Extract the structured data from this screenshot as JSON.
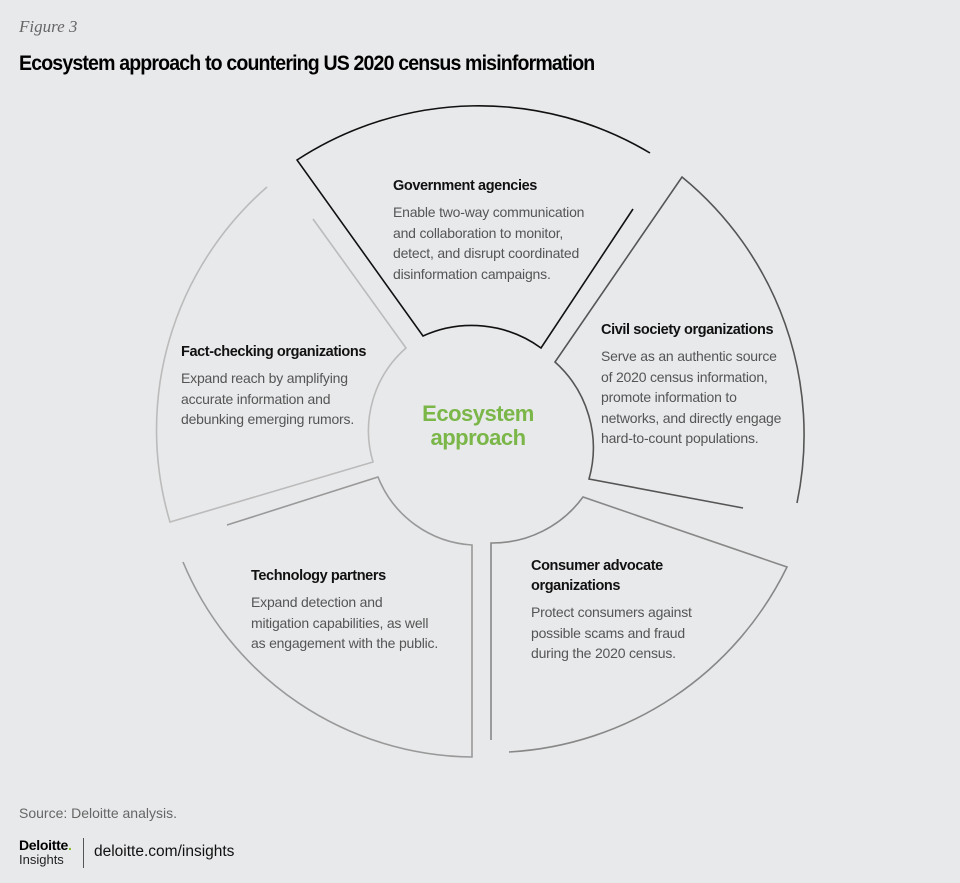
{
  "figure_label": "Figure 3",
  "title": "Ecosystem approach to countering US 2020 census misinformation",
  "center_label": {
    "line1": "Ecosystem",
    "line2": "approach"
  },
  "segments": {
    "government": {
      "title": "Government agencies",
      "lines": [
        "Enable two-way communication",
        "and  collaboration to monitor,",
        "detect, and disrupt coordinated",
        "disinformation campaigns."
      ]
    },
    "civil": {
      "title": "Civil society organizations",
      "lines": [
        "Serve as an authentic source",
        "of 2020  census information,",
        "promote information to",
        "networks, and directly engage",
        "hard-to-count populations."
      ]
    },
    "consumer": {
      "title_line1": "Consumer advocate",
      "title_line2": "organizations",
      "lines": [
        "Protect consumers against",
        "possible scams and fraud",
        "during the 2020 census."
      ]
    },
    "technology": {
      "title": "Technology partners",
      "lines": [
        "Expand detection and",
        "mitigation capabilities, as well",
        "as engagement with the public."
      ]
    },
    "factcheck": {
      "title": "Fact-checking organizations",
      "lines": [
        "Expand reach by amplifying",
        "accurate information and",
        "debunking emerging rumors."
      ]
    }
  },
  "colors": {
    "accent": "#7ab648",
    "background": "#e8e9eb"
  },
  "source": "Source: Deloitte analysis.",
  "footer": {
    "logo_name": "Deloitte",
    "logo_sub": "Insights",
    "url": "deloitte.com/insights"
  }
}
